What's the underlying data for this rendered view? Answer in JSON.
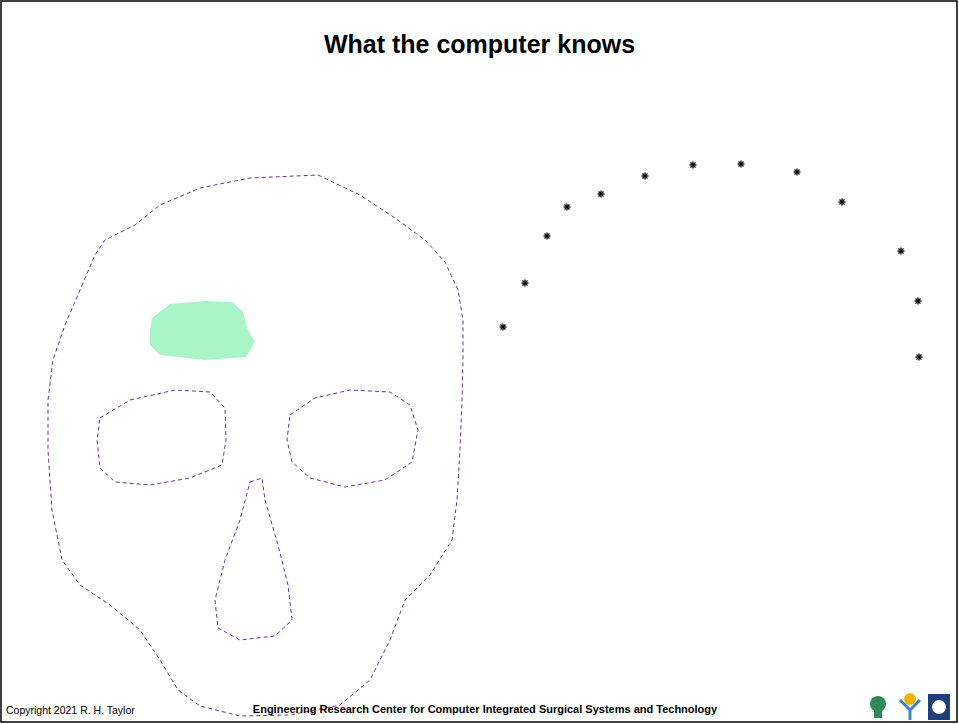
{
  "diagram": {
    "title": "What the computer knows",
    "labels": [
      "Copyright 2021 R. H. Taylor",
      "Engineering Research Center for Computer Integrated Surgical Systems and Technology"
    ]
  }
}
